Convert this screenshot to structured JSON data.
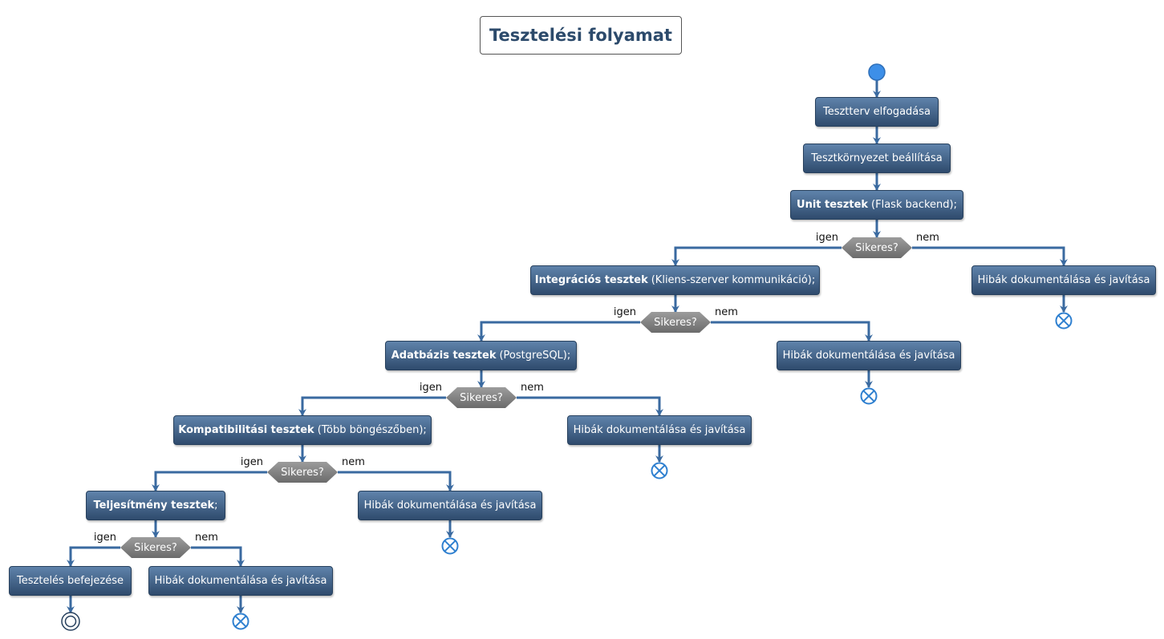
{
  "title": "Tesztelési folyamat",
  "steps": {
    "accept_plan": "Tesztterv elfogadása",
    "setup_env": "Tesztkörnyezet beállítása",
    "unit": {
      "bold": "Unit tesztek",
      "rest": "(Flask backend);"
    },
    "integration": {
      "bold": "Integrációs tesztek",
      "rest": "(Kliens-szerver kommunikáció);"
    },
    "database": {
      "bold": "Adatbázis tesztek",
      "rest": "(PostgreSQL);"
    },
    "compat": {
      "bold": "Kompatibilitási tesztek",
      "rest": "(Több böngészőben);"
    },
    "perf": {
      "bold": "Teljesítmény tesztek",
      "rest": ";"
    },
    "finish": "Tesztelés befejezése",
    "fix": "Hibák dokumentálása és javítása"
  },
  "decision": {
    "label": "Sikeres?",
    "yes": "igen",
    "no": "nem"
  },
  "colors": {
    "arrow": "#3a6aa0",
    "start": "#3d8fe8",
    "stop": "#2f80d0"
  }
}
